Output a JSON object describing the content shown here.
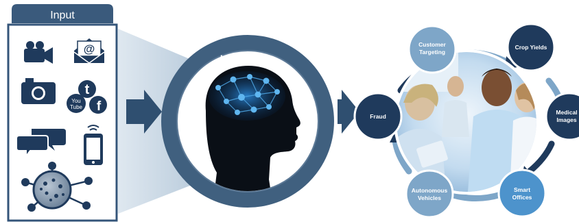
{
  "input": {
    "title": "Input"
  },
  "icons": [
    "video-camera-icon",
    "email-icon",
    "photo-camera-icon",
    "social-media-icon",
    "chat-bubbles-icon",
    "smartphone-icon",
    "network-hub-icon"
  ],
  "learning": {
    "title": "Learning"
  },
  "outputs": [
    {
      "key": "customer-targeting",
      "lines": [
        "Customer",
        "Targeting"
      ]
    },
    {
      "key": "crop-yields",
      "lines": [
        "Crop Yields"
      ]
    },
    {
      "key": "medical-images",
      "lines": [
        "Medical",
        "Images"
      ]
    },
    {
      "key": "smart-offices",
      "lines": [
        "Smart",
        "Offices"
      ]
    },
    {
      "key": "autonomous-vehicles",
      "lines": [
        "Autonomous",
        "Vehicles"
      ]
    },
    {
      "key": "fraud",
      "lines": [
        "Fraud"
      ]
    }
  ],
  "social": {
    "youtube_top": "You",
    "youtube_bottom": "Tube",
    "facebook": "f",
    "twitter": "t"
  },
  "colors": {
    "navy": "#1f3a5c",
    "steel": "#40607f",
    "panel_header": "#2f4f70",
    "light_ring": "#7ea6c8",
    "accent": "#4da3e0"
  }
}
